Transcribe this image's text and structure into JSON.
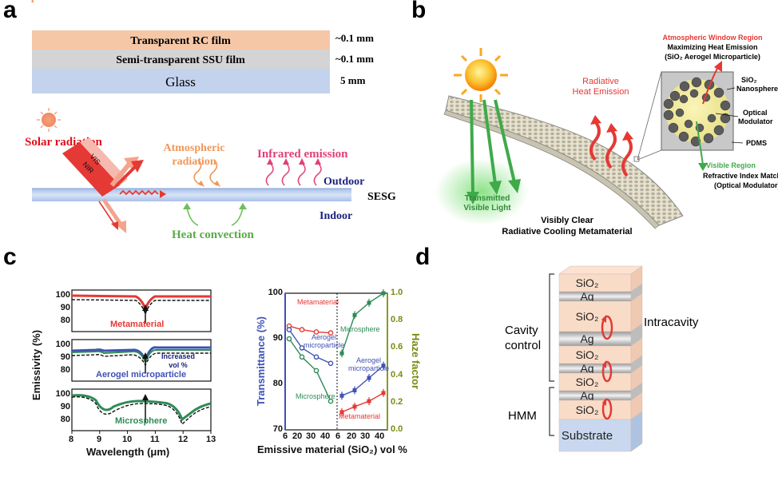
{
  "panels": {
    "a": {
      "letter": "a",
      "layers": [
        {
          "name": "Transparent RC film",
          "thickness": "~0.1 mm",
          "color": "#f6c7a6"
        },
        {
          "name": "Semi-transparent SSU film",
          "thickness": "~0.1 mm",
          "color": "#d4d4d4"
        },
        {
          "name": "Glass",
          "thickness": "5 mm",
          "color": "#c3d3ee"
        }
      ],
      "labels": {
        "solar": "Solar radiation",
        "vis": "VIS",
        "nir": "NIR",
        "atmospheric": "Atmospheric radiation",
        "infrared": "Infrared emission",
        "outdoor": "Outdoor",
        "sesg": "SESG",
        "indoor": "Indoor",
        "heat_convection": "Heat convection"
      }
    },
    "b": {
      "letter": "b",
      "labels": {
        "atm_window_title": "Atmospheric Window Region",
        "atm_window_l1": "Maximizing Heat Emission",
        "atm_window_l2": "(SiO₂ Aerogel Microparticle)",
        "radiative_l1": "Radiative",
        "radiative_l2": "Heat Emission",
        "sio2_l1": "SiO₂",
        "sio2_l2": "Nanosphere",
        "optical_l1": "Optical",
        "optical_l2": "Modulator",
        "pdms": "PDMS",
        "visible_region": "Visible Region",
        "refractive_l1": "Refractive Index Matching",
        "refractive_l2": "(Optical Modulator)",
        "transmitted_l1": "Transmitted",
        "transmitted_l2": "Visible Light",
        "caption_l1": "Visibly Clear",
        "caption_l2": "Radiative Cooling Metamaterial"
      }
    },
    "c": {
      "letter": "c",
      "left": {
        "ylabel": "Emissivity (%)",
        "xlabel": "Wavelength (μm)",
        "xticks": [
          "8",
          "9",
          "10",
          "11",
          "12",
          "13"
        ],
        "subplots": [
          {
            "label": "Metamaterial",
            "yticks": [
              "100",
              "90",
              "80"
            ],
            "color": "#e53935"
          },
          {
            "label": "Aerogel microparticle",
            "yticks": [
              "100",
              "90",
              "80"
            ],
            "color": "#3f51b5",
            "note_l1": "Increased",
            "note_l2": "vol %"
          },
          {
            "label": "Microsphere",
            "yticks": [
              "100",
              "90",
              "80"
            ],
            "color": "#2e8b57"
          }
        ]
      },
      "right": {
        "ylabel_left": "Transmittance (%)",
        "ylabel_right": "Haze factor",
        "xlabel": "Emissive material (SiO₂) vol %",
        "left_yticks": [
          "100",
          "90",
          "80",
          "70"
        ],
        "right_yticks": [
          "1.0",
          "0.8",
          "0.6",
          "0.4",
          "0.2",
          "0.0"
        ],
        "xticks": [
          "6",
          "20",
          "30",
          "40"
        ],
        "series_labels": {
          "metamaterial": "Metamaterial",
          "aerogel_l1": "Aerogel",
          "aerogel_l2": "microparticle",
          "microsphere": "Microsphere"
        }
      }
    },
    "d": {
      "letter": "d",
      "layers": [
        "SiO₂",
        "Ag",
        "SiO₂",
        "Ag",
        "SiO₂",
        "Ag",
        "SiO₂",
        "Ag",
        "SiO₂",
        "Substrate"
      ],
      "labels": {
        "cavity_l1": "Cavity",
        "cavity_l2": "control",
        "intracavity": "Intracavity",
        "hmm": "HMM"
      }
    }
  },
  "chart_data": [
    {
      "type": "line",
      "xlabel": "Emissive material (SiO₂) vol %",
      "ylabel": "Transmittance (%)",
      "x": [
        6,
        20,
        30,
        40
      ],
      "ylim": [
        70,
        100
      ],
      "series": [
        {
          "name": "Metamaterial",
          "values": [
            92.8,
            92.0,
            91.5,
            91.3
          ],
          "color": "#e53935"
        },
        {
          "name": "Aerogel microparticle",
          "values": [
            92.0,
            88.0,
            86.0,
            84.6
          ],
          "color": "#3f51b5"
        },
        {
          "name": "Microsphere",
          "values": [
            90.0,
            86.0,
            83.0,
            76.3
          ],
          "color": "#2e8b57"
        }
      ]
    },
    {
      "type": "line",
      "xlabel": "Emissive material (SiO₂) vol %",
      "ylabel": "Haze factor",
      "x": [
        6,
        20,
        30,
        40
      ],
      "ylim": [
        0,
        1.0
      ],
      "series": [
        {
          "name": "Metamaterial",
          "values": [
            0.13,
            0.17,
            0.21,
            0.27
          ],
          "color": "#e53935"
        },
        {
          "name": "Aerogel microparticle",
          "values": [
            0.25,
            0.29,
            0.38,
            0.47
          ],
          "color": "#3f51b5"
        },
        {
          "name": "Microsphere",
          "values": [
            0.56,
            0.84,
            0.93,
            1.0
          ],
          "color": "#2e8b57"
        }
      ]
    }
  ]
}
